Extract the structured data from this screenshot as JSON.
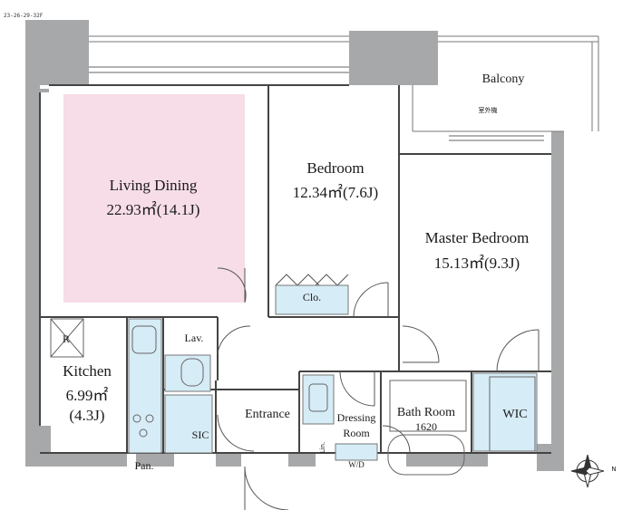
{
  "plan_code": "23-26-29-32F",
  "colors": {
    "wall": "#a7a8aa",
    "living_highlight": "#f6dde7",
    "fixture_blue": "#d6ecf6",
    "line": "#444444"
  },
  "rooms": {
    "living": {
      "name": "Living Dining",
      "area": "22.93㎡(14.1J)"
    },
    "bedroom": {
      "name": "Bedroom",
      "area": "12.34㎡(7.6J)"
    },
    "master": {
      "name": "Master Bedroom",
      "area": "15.13㎡(9.3J)"
    },
    "kitchen": {
      "name": "Kitchen",
      "area1": "6.99㎡",
      "area2": "(4.3J)"
    },
    "balcony": {
      "name": "Balcony",
      "note": "室外機"
    },
    "bath": {
      "name": "Bath Room",
      "size": "1620"
    },
    "dressing": {
      "name1": "Dressing",
      "name2": "Room"
    }
  },
  "labels": {
    "closet": "Clo.",
    "lav": "Lav.",
    "sic": "SIC",
    "pantry": "Pan.",
    "refrigerator": "R",
    "entrance": "Entrance",
    "wic": "WIC",
    "washer_dryer": "W/D",
    "linen": "Lin."
  },
  "compass": {
    "north_mark": "N"
  }
}
